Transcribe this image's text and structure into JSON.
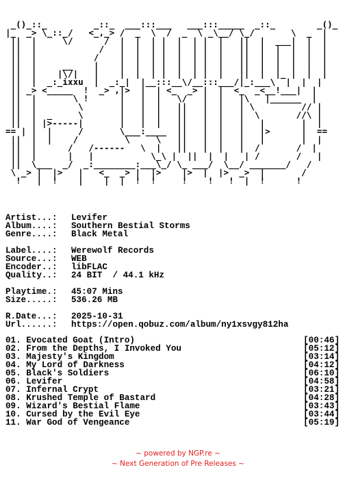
{
  "logo_art": " _()_::_         _::_  ___:::___   ___:::_____  _::_        _()_\n|_  _> \\_::_/   <_,_> /  _  \\  /  _  \\ _\\__/ \\_/       \\  _  |\n ||  |     \\/      /  |  |  | |  |  | |  |   ||  |  ___|  |  |\n ||  |            /   |  |  | |  |  | |  |   ||  |  |  |  |  |\n ||  |           /    |  |  | |  |  | |  |   ||  |  |  |  |  |\n ||  |     __    |    |  |  | |  |  | |  |   ||  |  |  |  |  |\n ||  |    |\\/|   |    |  |  | |  |  | |  |   ||  |  |_ |  |  |\n ||  |  _:_ixxu  |  _:_|  |__:::__\\/__:::___/|_:___\\  |  |  |\n || _> <_____  !  _> ,|>  |  | <_  _> |  |  <_  _<__!___|  |\n ||  |       \\ !      |   |  |   \\/   |  |   |\\   |______  |\n ||  |        \\       |   |  |   ||   |  |   | \\         // |\n ||  |  _     \\       |   |  |   ||   |  |   |  \\       //\\ |\n ||  | |>-----|       |   |  |   ||   |  |   |   |       |  |\n== | |  |     /       \\___:____  ||   |  |   |   |>      |  ==\n ||  |  |    /         \\     \\   ||   |  |   |   |       |  |\n ||  |      /   /------   \\  |   ||   |  |   |  /       /  |\n ||  |      |   |           \\_\\ |  ||  |  |   | /       /   |\n ||  \\___  _/  _:________:___\\_/ \\_ ___/  \\__/ _______/   /\n \\ _> |  |>   |   <_  _> |  |>    |>  |  |>  _>  |       /\n  !   |  !    |    |  |  !  !     !    !   !  |  !      !",
  "info": {
    "artist_key": "Artist...:",
    "artist": "Levifer",
    "album_key": "Album....:",
    "album": "Southern Bestial Storms",
    "genre_key": "Genre....:",
    "genre": "Black Metal",
    "label_key": "Label....:",
    "label": "Werewolf Records",
    "source_key": "Source...:",
    "source": "WEB",
    "encoder_key": "Encoder..:",
    "encoder": "libFLAC",
    "quality_key": "Quality..:",
    "quality": "24 BIT  / 44.1 kHz",
    "playtime_key": "Playtime.:",
    "playtime": "45:07 Mins",
    "size_key": "Size.....:",
    "size": "536.26 MB",
    "rdate_key": "R.Date...:",
    "rdate": "2025-10-31",
    "url_key": "Url......:",
    "url": "https://open.qobuz.com/album/ny1xsvgy812ha"
  },
  "tracks": [
    {
      "title": "01. Evocated Goat (Intro)",
      "time": "[00:46]"
    },
    {
      "title": "02. From the Depths, I Invoked You",
      "time": "[05:12]"
    },
    {
      "title": "03. Majesty's Kingdom",
      "time": "[03:14]"
    },
    {
      "title": "04. My Lord of Darkness",
      "time": "[04:12]"
    },
    {
      "title": "05. Black's Soldiers",
      "time": "[06:10]"
    },
    {
      "title": "06. Levifer",
      "time": "[04:58]"
    },
    {
      "title": "07. Infernal Crypt",
      "time": "[03:21]"
    },
    {
      "title": "08. Krushed Temple of Bastard",
      "time": "[04:28]"
    },
    {
      "title": "09. Wizard's Bestial Flame",
      "time": "[03:43]"
    },
    {
      "title": "10. Cursed by the Evil Eye",
      "time": "[03:44]"
    },
    {
      "title": "11. War God of Vengeance",
      "time": "[05:19]"
    }
  ],
  "footer": {
    "line1": "~ powered by NGP.re ~",
    "line2": "~ Next Generation of Pre Releases ~"
  },
  "colors": {
    "text": "#000000",
    "footer": "#e0201b",
    "background": "#ffffff"
  }
}
